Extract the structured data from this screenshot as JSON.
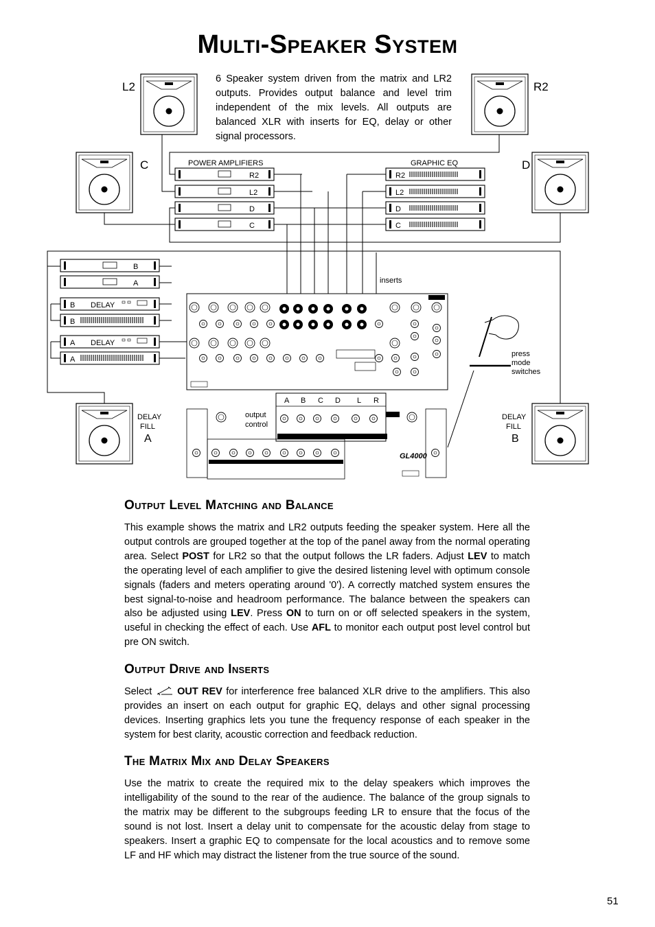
{
  "title": "Multi-Speaker System",
  "intro": "6 Speaker system driven from the matrix and LR2 outputs.  Provides output balance and level trim independent of the mix levels.  All outputs are balanced XLR with inserts for EQ, delay or other signal processors.",
  "diagram": {
    "speakers": {
      "l2": "L2",
      "r2": "R2",
      "c": "C",
      "d": "D",
      "delay_a_line1": "DELAY",
      "delay_a_line2": "FILL",
      "delay_a_line3": "A",
      "delay_b_line1": "DELAY",
      "delay_b_line2": "FILL",
      "delay_b_line3": "B"
    },
    "power_amplifiers_label": "POWER AMPLIFIERS",
    "graphic_eq_label": "GRAPHIC EQ",
    "amp_channels": [
      "R2",
      "L2",
      "D",
      "C"
    ],
    "eq_channels": [
      "R2",
      "L2",
      "D",
      "C"
    ],
    "delay_amps": [
      "B",
      "A"
    ],
    "delay_label": "DELAY",
    "delay_units": [
      "B",
      "A"
    ],
    "delay_eqs": [
      "B",
      "A"
    ],
    "inserts_label": "inserts",
    "output_control_line1": "output",
    "output_control_line2": "control",
    "output_columns": [
      "A",
      "B",
      "C",
      "D",
      "L",
      "R"
    ],
    "press_line1": "press",
    "press_line2": "mode",
    "press_line3": "switches",
    "console_logo": "GL4000"
  },
  "section1": {
    "heading": "Output Level Matching and Balance",
    "t1": "This example shows the matrix and LR2 outputs feeding the speaker system.  Here all the output controls are grouped together at the top of the panel away from the normal operating area.  Select ",
    "b1": "POST",
    "t2": " for LR2 so that the output follows the LR faders.  Adjust ",
    "b2": "LEV",
    "t3": " to match the operating level of each amplifier to give the desired listening level with optimum console signals (faders and meters operating around '0').  A correctly matched system ensures the best signal-to-noise and headroom performance.  The balance between the speakers can also be adjusted using ",
    "b3": "LEV",
    "t4": ".  Press ",
    "b4": "ON",
    "t5": " to turn on or off selected speakers in the system, useful in checking the effect of each.  Use ",
    "b5": "AFL",
    "t6": " to monitor each output post level control but pre ON switch."
  },
  "section2": {
    "heading": "Output Drive and Inserts",
    "t1": "Select ",
    "b1": "OUT REV",
    "t2": " for interference free balanced XLR drive to the amplifiers.  This also provides an insert on each output for graphic EQ, delays and other signal processing devices.  Inserting graphics lets you tune the frequency response of each speaker in the system for best clarity, acoustic correction and feedback reduction."
  },
  "section3": {
    "heading": "The Matrix Mix and Delay Speakers",
    "body": "Use the matrix to create the required mix to the delay speakers which improves the intelligability of the sound to the rear of the audience.  The balance of the group signals to the matrix may be different to the subgroups feeding LR to ensure that the focus of the sound is not lost.  Insert a delay unit to compensate for the acoustic delay from stage to speakers.  Insert a graphic EQ to compensate for the local acoustics and to remove some LF and HF which may distract the listener from the true source of the sound."
  },
  "page_number": "51"
}
